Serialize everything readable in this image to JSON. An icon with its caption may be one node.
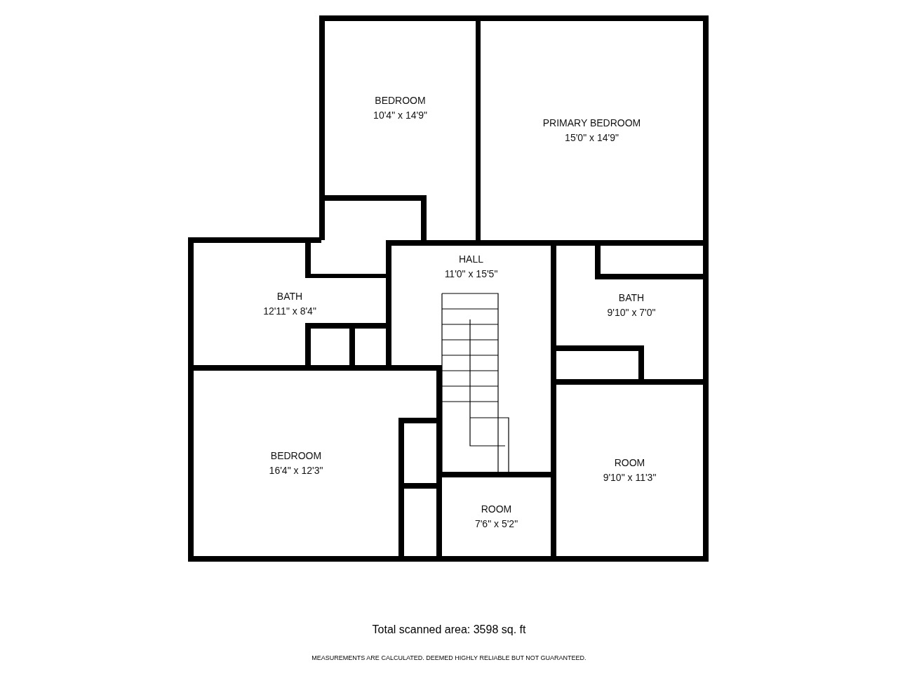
{
  "diagram": {
    "nodes": [
      {
        "text": [
          "BEDROOM",
          "10'4\" x 14'9\""
        ]
      },
      {
        "text": [
          "PRIMARY BEDROOM",
          "15'0\" x 14'9\""
        ]
      },
      {
        "text": [
          "HALL",
          "11'0\" x 15'5\""
        ]
      },
      {
        "text": [
          "BATH",
          "12'11\" x 8'4\""
        ]
      },
      {
        "text": [
          "BATH",
          "9'10\" x 7'0\""
        ]
      },
      {
        "text": [
          "BEDROOM",
          "16'4\" x 12'3\""
        ]
      },
      {
        "text": [
          "ROOM",
          "9'10\" x 11'3\""
        ]
      },
      {
        "text": [
          "ROOM",
          "7'6\" x 5'2\""
        ]
      }
    ],
    "edges": [],
    "labels": [
      "Total scanned area: 3598 sq. ft",
      "MEASUREMENTS ARE CALCULATED. DEEMED HIGHLY RELIABLE BUT NOT GUARANTEED."
    ]
  }
}
